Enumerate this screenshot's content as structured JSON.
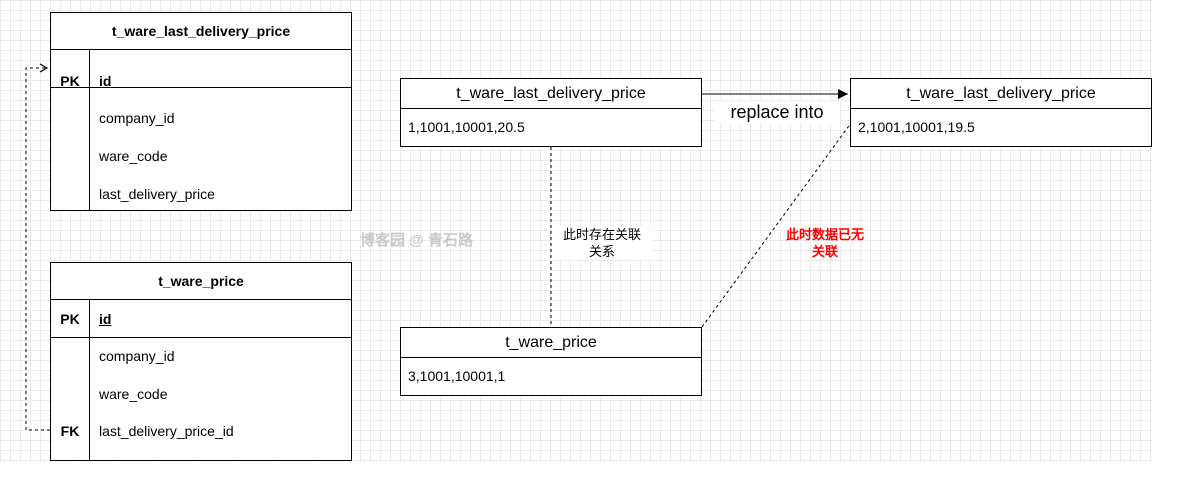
{
  "er_tables": [
    {
      "title": "t_ware_last_delivery_price",
      "pk_label": "PK",
      "pk_field": "id",
      "fields": [
        "company_id",
        "ware_code",
        "last_delivery_price"
      ],
      "fk_label": ""
    },
    {
      "title": "t_ware_price",
      "pk_label": "PK",
      "pk_field": "id",
      "fields": [
        "company_id",
        "ware_code",
        "last_delivery_price_id"
      ],
      "fk_label": "FK"
    }
  ],
  "boxes": {
    "before": {
      "title": "t_ware_last_delivery_price",
      "value": "1,1001,10001,20.5"
    },
    "after": {
      "title": "t_ware_last_delivery_price",
      "value": "2,1001,10001,19.5"
    },
    "price": {
      "title": "t_ware_price",
      "value": "3,1001,10001,1"
    }
  },
  "edges": {
    "replace_label": "replace into",
    "linked_label": [
      "此时存在关联",
      "关系"
    ],
    "unlinked_label": [
      "此时数据已无",
      "关联"
    ],
    "unlinked_color": "#ff0000"
  },
  "watermark": "博客园 @ 青石路"
}
